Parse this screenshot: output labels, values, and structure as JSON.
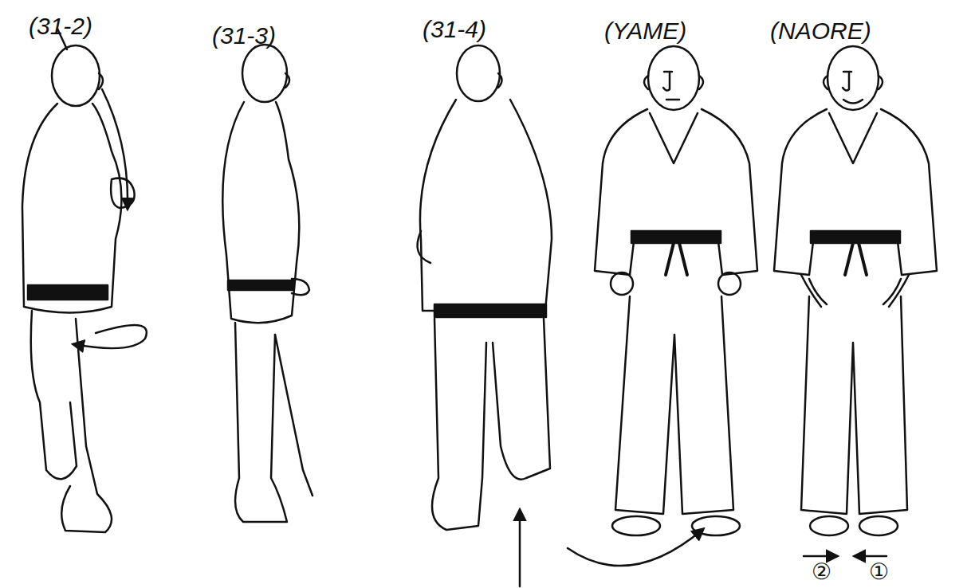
{
  "diagram": {
    "labels": [
      "(31-2)",
      "(31-3)",
      "(31-4)",
      "(YAME)",
      "(NAORE)",
      "②",
      "①"
    ]
  }
}
